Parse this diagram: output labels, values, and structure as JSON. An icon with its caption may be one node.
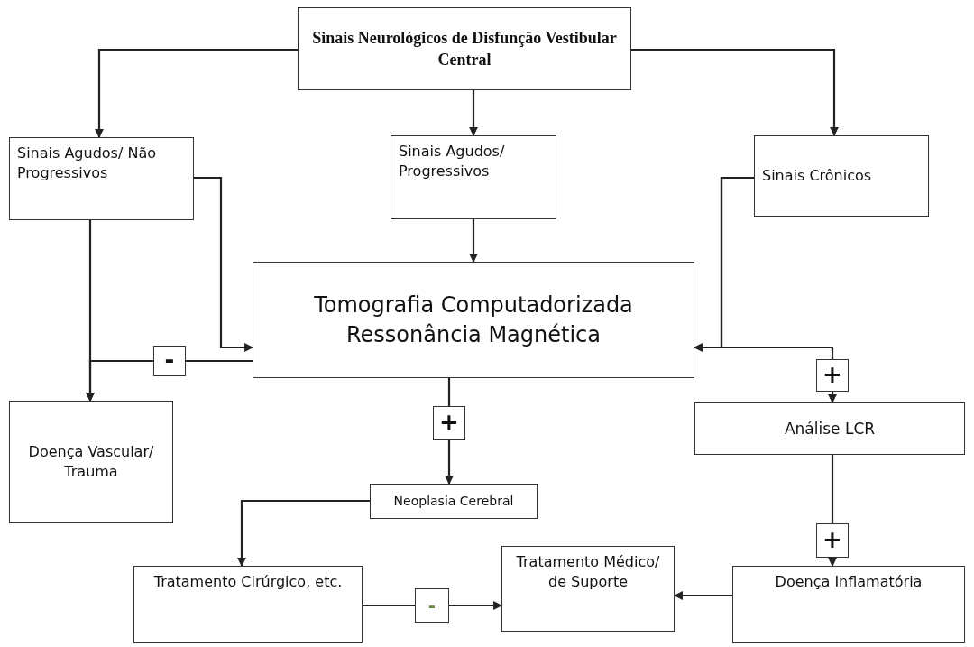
{
  "diagram": {
    "nodes": [
      {
        "text": [
          "Sinais Neurológicos de Disfunção Vestibular Central"
        ]
      },
      {
        "text": [
          "Sinais Agudos/ Não Progressivos"
        ]
      },
      {
        "text": [
          "Sinais Agudos/ Progressivos"
        ]
      },
      {
        "text": [
          "Sinais Crônicos"
        ]
      },
      {
        "text": [
          "Tomografia Computadorizada Ressonância Magnética"
        ]
      },
      {
        "text": [
          "-"
        ]
      },
      {
        "text": [
          "Doença Vascular/ Trauma"
        ]
      },
      {
        "text": [
          "+"
        ]
      },
      {
        "text": [
          "+"
        ]
      },
      {
        "text": [
          "Análise LCR"
        ]
      },
      {
        "text": [
          "Neoplasia Cerebral"
        ]
      },
      {
        "text": [
          "+"
        ]
      },
      {
        "text": [
          "Tratamento Cirúrgico, etc."
        ]
      },
      {
        "text": [
          "-"
        ]
      },
      {
        "text": [
          "Tratamento Médico/ de Suporte"
        ]
      },
      {
        "text": [
          "Doença Inflamatória"
        ]
      }
    ],
    "edges": [
      {
        "from": 0,
        "to": 1,
        "arrow": "to"
      },
      {
        "from": 0,
        "to": 2,
        "arrow": "to"
      },
      {
        "from": 0,
        "to": 3,
        "arrow": "to"
      },
      {
        "from": 1,
        "to": 4,
        "arrow": "to"
      },
      {
        "from": 1,
        "to": 6,
        "arrow": "to"
      },
      {
        "from": 2,
        "to": 4,
        "arrow": "to"
      },
      {
        "from": 3,
        "to": 4,
        "arrow": "to"
      },
      {
        "from": 3,
        "to": 8,
        "arrow": "none"
      },
      {
        "from": 8,
        "to": 9,
        "arrow": "to"
      },
      {
        "from": 4,
        "to": 5,
        "arrow": "none"
      },
      {
        "from": 5,
        "to": 6,
        "arrow": "to"
      },
      {
        "from": 4,
        "to": 7,
        "arrow": "none"
      },
      {
        "from": 7,
        "to": 10,
        "arrow": "to"
      },
      {
        "from": 9,
        "to": 11,
        "arrow": "none"
      },
      {
        "from": 11,
        "to": 15,
        "arrow": "to"
      },
      {
        "from": 10,
        "to": 12,
        "arrow": "to"
      },
      {
        "from": 12,
        "to": 13,
        "arrow": "none"
      },
      {
        "from": 13,
        "to": 14,
        "arrow": "to"
      },
      {
        "from": 15,
        "to": 14,
        "arrow": "to"
      }
    ]
  }
}
